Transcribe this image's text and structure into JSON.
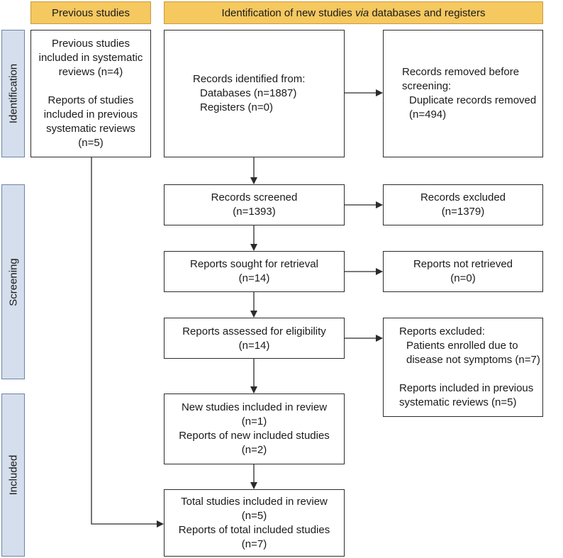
{
  "headers": {
    "previous": "Previous studies",
    "new_prefix": "Identification of new studies ",
    "new_via": "via",
    "new_suffix": " databases and registers"
  },
  "phases": {
    "identification": "Identification",
    "screening": "Screening",
    "included": "Included"
  },
  "previous_box": {
    "lines": [
      "Previous studies",
      "included in systematic",
      "reviews (n=4)",
      "Reports of studies",
      "included in previous",
      "systematic reviews",
      "(n=5)"
    ]
  },
  "records_identified": {
    "title": "Records identified from:",
    "databases": "Databases (n=1887)",
    "registers": "Registers (n=0)"
  },
  "records_removed": {
    "line1": "Records removed before",
    "line2": "screening:",
    "line3": "Duplicate records removed",
    "line4": "(n=494)"
  },
  "records_screened": {
    "label": "Records screened",
    "count": "(n=1393)"
  },
  "records_excluded": {
    "label": "Records excluded",
    "count": "(n=1379)"
  },
  "reports_sought": {
    "label": "Reports sought for retrieval",
    "count": "(n=14)"
  },
  "reports_not_retrieved": {
    "label": "Reports not retrieved",
    "count": "(n=0)"
  },
  "reports_assessed": {
    "label": "Reports assessed for eligibility",
    "count": "(n=14)"
  },
  "reports_excluded": {
    "title": "Reports excluded:",
    "reason1_line1": "Patients enrolled due to",
    "reason1_line2": "disease not symptoms (n=7)",
    "reason2_line1": "Reports included in previous",
    "reason2_line2": "systematic reviews (n=5)"
  },
  "new_included": {
    "line1": "New studies included in review",
    "line2": "(n=1)",
    "line3": "Reports of new included studies",
    "line4": "(n=2)"
  },
  "total_included": {
    "line1": "Total studies included in review",
    "line2": "(n=5)",
    "line3": "Reports of total included studies",
    "line4": "(n=7)"
  }
}
